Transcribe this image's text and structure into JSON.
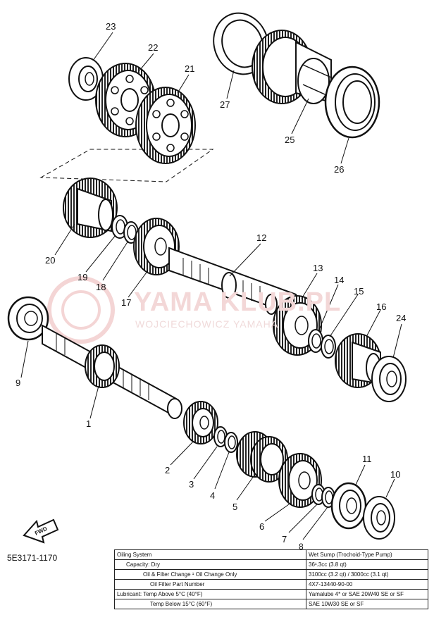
{
  "callouts": [
    "23",
    "22",
    "21",
    "27",
    "25",
    "26",
    "20",
    "19",
    "18",
    "17",
    "12",
    "13",
    "14",
    "15",
    "16",
    "24",
    "9",
    "1",
    "2",
    "3",
    "4",
    "5",
    "6",
    "7",
    "8",
    "11",
    "10"
  ],
  "watermark": {
    "title": "YAMA  KLUB.PL",
    "subtitle": "WOJCIECHOWICZ  YAMAHA"
  },
  "front_marker": "FWD",
  "document_code": "5E3171-1170",
  "spec_table": [
    {
      "label": "Oiling System",
      "value": "Wet Sump (Trochoid-Type Pump)"
    },
    {
      "label": "Capacity: Dry",
      "value": "36¹.3cc (3.8 qt)"
    },
    {
      "label": "Oil & Filter Change ¹ Oil Change Only",
      "value": "3100cc (3.2 qt) / 3000cc (3.1 qt)"
    },
    {
      "label": "Oil Filter Part Number",
      "value": "4X7-13440-90-00"
    },
    {
      "label": "Lubricant: Temp Above 5°C (40°F)",
      "value": "Yamalube 4* or SAE 20W40 SE or SF"
    },
    {
      "label": "Temp Below 15°C (60°F)",
      "value": "SAE 10W30 SE or SF"
    }
  ],
  "colors": {
    "line": "#111111",
    "watermark": "#f0cccc"
  }
}
